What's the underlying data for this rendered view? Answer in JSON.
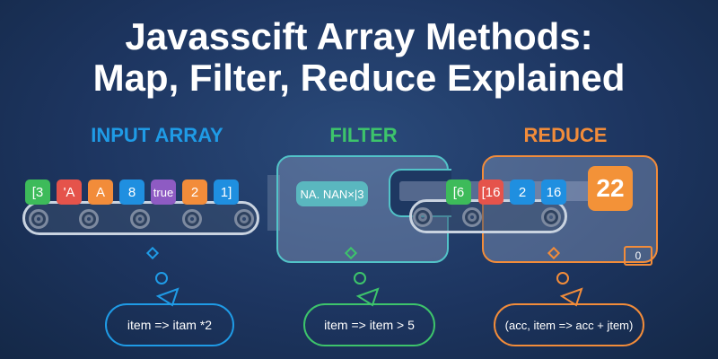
{
  "title": {
    "line1": "Javasscift Array Methods:",
    "line2": "Map, Filter, Reduce Explained"
  },
  "sections": {
    "input": {
      "heading": "INPUT ARRAY",
      "items": [
        "[3",
        "'A",
        "A",
        "8",
        "true",
        "2",
        "1]"
      ],
      "expression": "item => itam *2"
    },
    "filter": {
      "heading": "FILTER",
      "pill": "NA. NAN×|3",
      "expression": "item => item > 5"
    },
    "reduce": {
      "heading": "REDUCE",
      "items": [
        "[6",
        "[16",
        "2",
        "16"
      ],
      "result": "22",
      "initial": "0",
      "expression": "(acc, item => acc + jtem)"
    }
  },
  "colors": {
    "blue": "#1f9be6",
    "green": "#3dc46b",
    "orange": "#f28c3a",
    "teal": "#52c3c8",
    "red": "#e5534b",
    "purple": "#8e5bc3"
  }
}
